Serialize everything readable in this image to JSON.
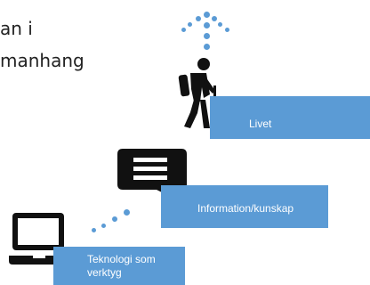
{
  "title": {
    "line1": "an i",
    "line2": "manhang"
  },
  "steps": [
    {
      "label": "Teknologi som verktyg",
      "icon": "laptop-icon"
    },
    {
      "label": "Information/kunskap",
      "icon": "chat-document-icon"
    },
    {
      "label": "Livet",
      "icon": "hiker-icon"
    }
  ],
  "colors": {
    "box": "#5b9bd5",
    "dots": "#5b9bd5",
    "icon": "#111111",
    "text": "#222222"
  }
}
